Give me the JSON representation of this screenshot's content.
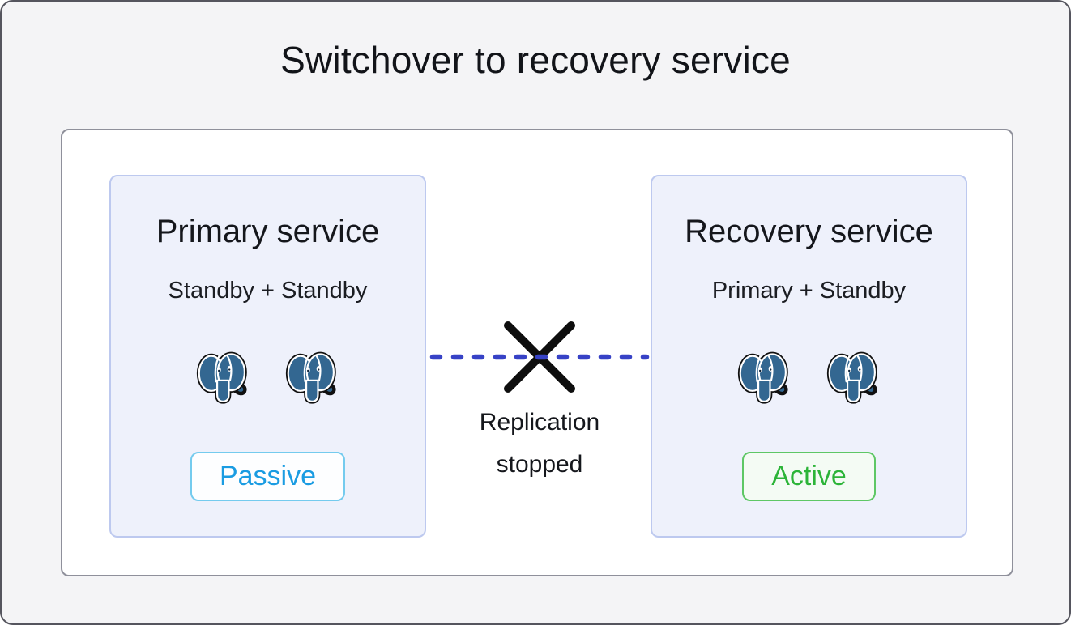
{
  "title": "Switchover to recovery service",
  "diagram": {
    "services": [
      {
        "name": "Primary service",
        "nodes": "Standby + Standby",
        "status": "Passive",
        "instance_count": 2
      },
      {
        "name": "Recovery service",
        "nodes": "Primary + Standby",
        "status": "Active",
        "instance_count": 2
      }
    ],
    "connector": {
      "label": "Replication stopped"
    }
  },
  "icons": {
    "database_icon": "postgresql-elephant",
    "break_icon": "x-mark"
  },
  "colors": {
    "replication_line": "#3742c6",
    "x_mark": "#0e0e0e",
    "postgres_blue": "#336791",
    "card_bg": "#eef1fb",
    "card_border": "#bdc9ef",
    "passive_text": "#1a9ce2",
    "passive_border": "#74cbee",
    "active_text": "#2cb438",
    "active_border": "#5ec765"
  }
}
